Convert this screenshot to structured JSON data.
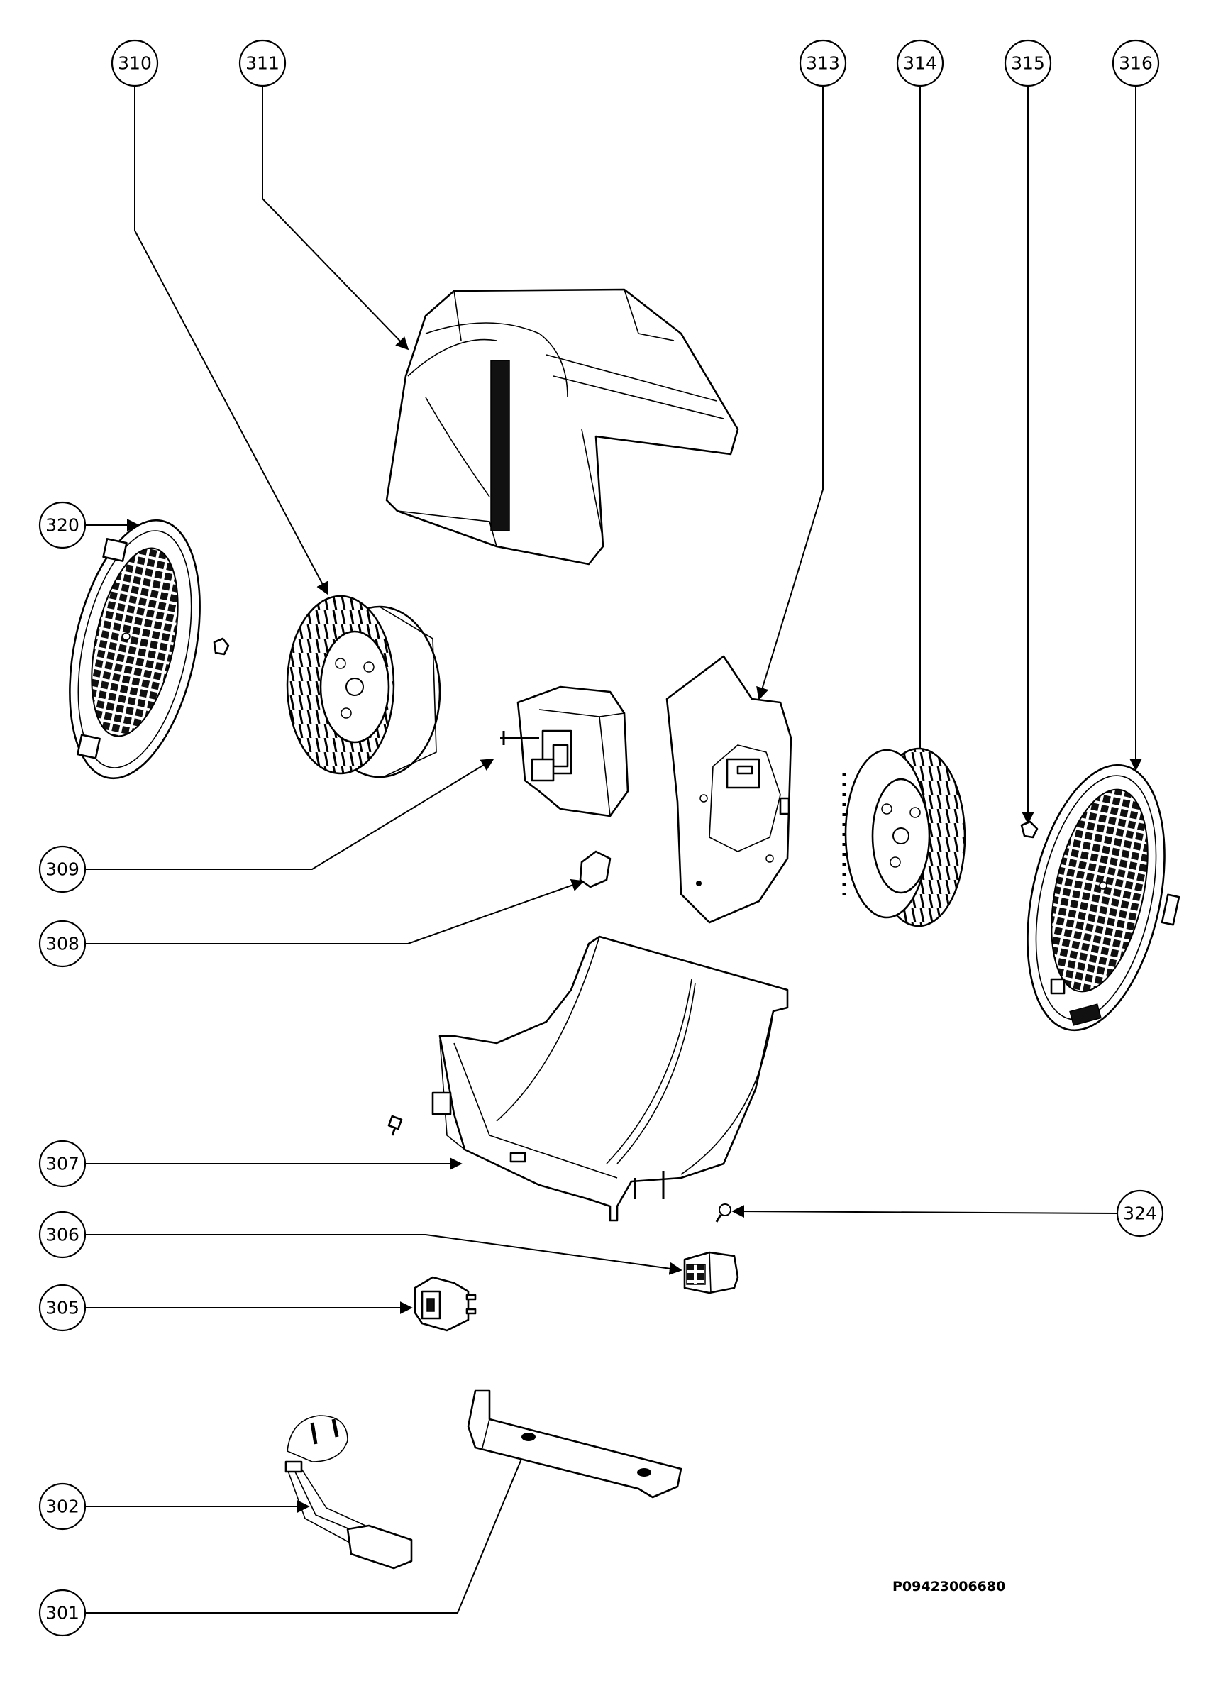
{
  "diagram": {
    "document_code": "P09423006680",
    "callouts": [
      {
        "id": "310",
        "label": "310"
      },
      {
        "id": "311",
        "label": "311"
      },
      {
        "id": "313",
        "label": "313"
      },
      {
        "id": "314",
        "label": "314"
      },
      {
        "id": "315",
        "label": "315"
      },
      {
        "id": "316",
        "label": "316"
      },
      {
        "id": "320",
        "label": "320"
      },
      {
        "id": "309",
        "label": "309"
      },
      {
        "id": "308",
        "label": "308"
      },
      {
        "id": "307",
        "label": "307"
      },
      {
        "id": "324",
        "label": "324"
      },
      {
        "id": "306",
        "label": "306"
      },
      {
        "id": "305",
        "label": "305"
      },
      {
        "id": "302",
        "label": "302"
      },
      {
        "id": "301",
        "label": "301"
      }
    ]
  }
}
